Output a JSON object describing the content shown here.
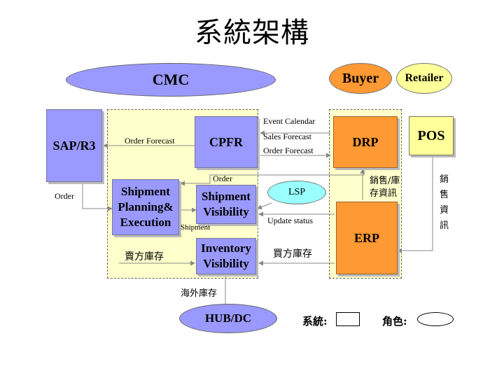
{
  "title": "系統架構",
  "roles": {
    "cmc": "CMC",
    "buyer": "Buyer",
    "retailer": "Retailer",
    "lsp": "LSP",
    "hub_dc": "HUB/DC"
  },
  "systems": {
    "sap_r3": "SAP/R3",
    "cpfr": "CPFR",
    "drp": "DRP",
    "pos": "POS",
    "erp": "ERP",
    "shipment_planning": "Shipment Planning& Execution",
    "shipment_visibility": "Shipment Visibility",
    "inventory_visibility": "Inventory Visibility"
  },
  "flows": {
    "order_forecast_left": "Order Forecast",
    "event_calendar": "Event Calendar",
    "sales_forecast": "Sales Forecast",
    "order_forecast_right": "Order Forecast",
    "order_top": "Order",
    "order_left": "Order",
    "shipment": "Shipment",
    "update_status": "Update status",
    "seller_inventory": "賣方庫存",
    "buyer_inventory": "買方庫存",
    "overseas_inventory": "海外庫存",
    "sales_inventory_info": "銷售/庫存資訊",
    "sales_info": "銷售資訊"
  },
  "legend": {
    "system_label": "系統:",
    "role_label": "角色:"
  },
  "colors": {
    "system_blue": "#9999ff",
    "orange": "#ff9933",
    "yellow": "#ffff99",
    "region_yellow": "#ffffcc"
  }
}
